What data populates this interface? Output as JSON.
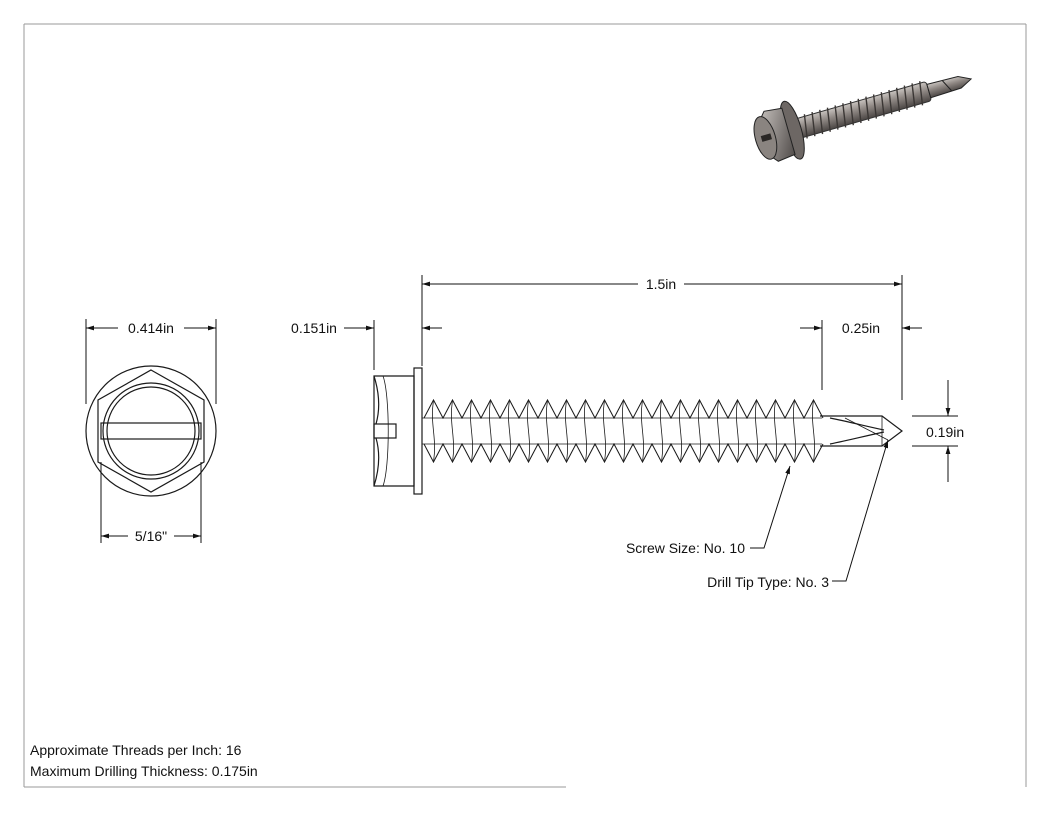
{
  "dimensions": {
    "head_diameter": "0.414in",
    "hex_width": "5/16\"",
    "head_height": "0.151in",
    "overall_length": "1.5in",
    "drill_tip_length": "0.25in",
    "drill_tip_diameter": "0.19in"
  },
  "callouts": {
    "screw_size": "Screw Size: No. 10",
    "drill_tip_type": "Drill Tip Type: No. 3"
  },
  "notes": {
    "threads_per_inch": "Approximate Threads per Inch: 16",
    "max_drilling_thickness": "Maximum Drilling Thickness: 0.175in"
  },
  "colors": {
    "line": "#1a1a1a",
    "frame": "#9a9a9a",
    "screw_metal": "#9a9390"
  }
}
